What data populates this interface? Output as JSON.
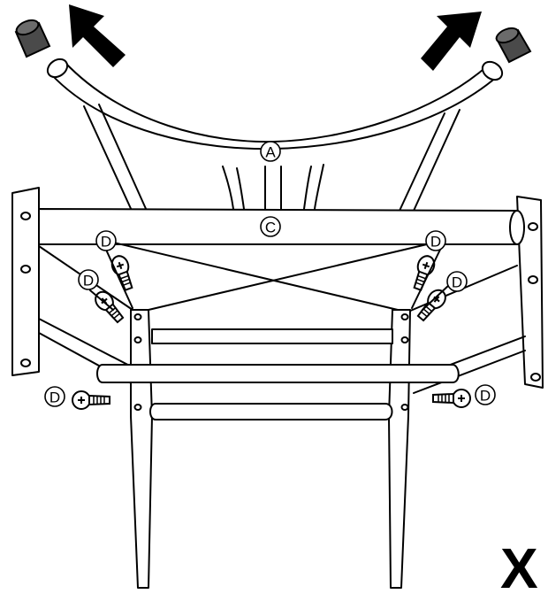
{
  "labels": {
    "seat_frame": "A",
    "rail": "C",
    "screw": "D"
  },
  "step_marker": "X",
  "icons": {
    "foot_cap": "foot-cap-icon",
    "arrow": "arrow-icon",
    "screw": "screw-icon"
  },
  "colors": {
    "line": "#000000",
    "cap": "#4a4a4a",
    "background": "#ffffff"
  }
}
